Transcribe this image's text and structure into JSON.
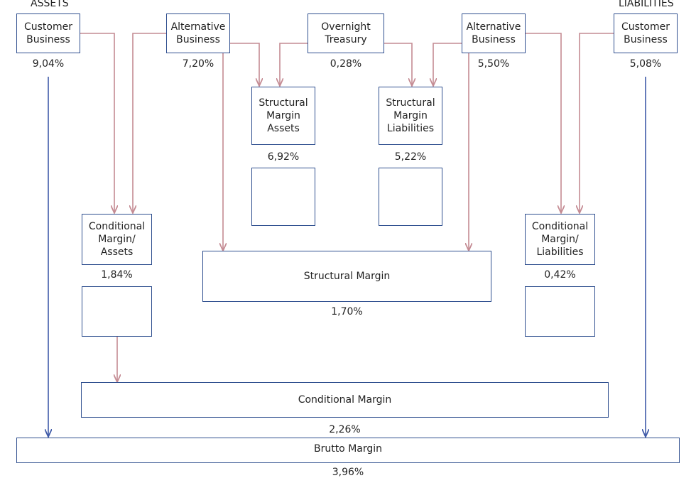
{
  "headers": {
    "assets": "ASSETS",
    "liabilities": "LIABILITIES"
  },
  "nodes": {
    "customer_business_assets": {
      "label": "Customer\nBusiness",
      "value": "9,04%"
    },
    "alternative_business_assets": {
      "label": "Alternative\nBusiness",
      "value": "7,20%"
    },
    "overnight_treasury": {
      "label": "Overnight\nTreasury",
      "value": "0,28%"
    },
    "alternative_business_liabilities": {
      "label": "Alternative\nBusiness",
      "value": "5,50%"
    },
    "customer_business_liabilities": {
      "label": "Customer\nBusiness",
      "value": "5,08%"
    },
    "structural_margin_assets": {
      "label": "Structural\nMargin\nAssets",
      "value": "6,92%"
    },
    "structural_margin_liabilities": {
      "label": "Structural\nMargin\nLiabilities",
      "value": "5,22%"
    },
    "conditional_margin_assets": {
      "label": "Conditional\nMargin/\nAssets",
      "value": "1,84%"
    },
    "conditional_margin_liabilities": {
      "label": "Conditional\nMargin/\nLiabilities",
      "value": "0,42%"
    },
    "structural_margin": {
      "label": "Structural Margin",
      "value": "1,70%"
    },
    "conditional_margin": {
      "label": "Conditional Margin",
      "value": "2,26%"
    },
    "brutto_margin": {
      "label": "Brutto Margin",
      "value": "3,96%"
    }
  },
  "colors": {
    "box_border": "#2f4f8f",
    "pink_arrow": "#c48b93",
    "blue_arrow": "#3f5aa8"
  }
}
